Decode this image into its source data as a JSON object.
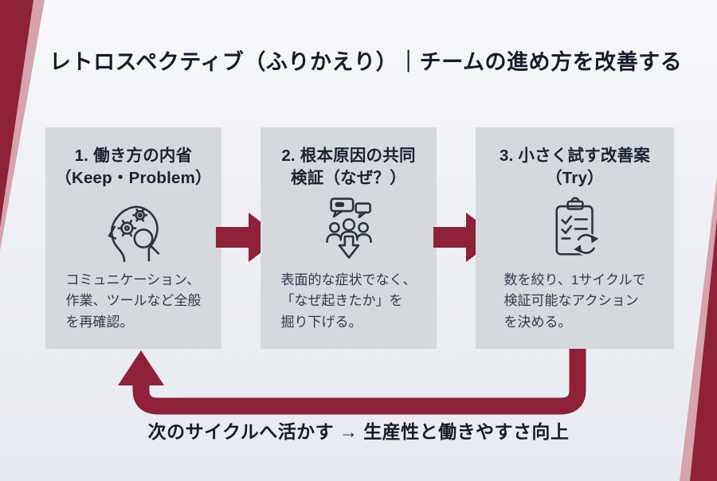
{
  "page": {
    "title": "レトロスペクティブ（ふりかえり）｜チームの進め方を改善する",
    "footer_caption": "次のサイクルへ活かす → 生産性と働きやすさ向上"
  },
  "colors": {
    "accent_maroon": "#8e2137",
    "accent_pink": "#d7a3ad",
    "card_background": "#d5d8dd",
    "page_background": "#eef0f5",
    "title_text": "#141d2c",
    "body_text": "#2e3a4e"
  },
  "steps": [
    {
      "title_line1": "1. 働き方の内省",
      "title_line2": "（Keep・Problem）",
      "icon": "head-gears-magnifier-icon",
      "body_lines": [
        "コミュニケーション、",
        "作業、ツールなど全般",
        "を再確認。"
      ]
    },
    {
      "title_line1": "2. 根本原因の共同",
      "title_line2": "検証（なぜ？）",
      "icon": "discussion-drilldown-icon",
      "body_lines": [
        "表面的な症状でなく、",
        "「なぜ起きたか」を",
        "掘り下げる。"
      ]
    },
    {
      "title_line1": "3. 小さく試す改善案",
      "title_line2": "（Try）",
      "icon": "clipboard-checklist-cycle-icon",
      "body_lines": [
        "数を絞り、1サイクルで",
        "検証可能なアクション",
        "を決める。"
      ]
    }
  ]
}
